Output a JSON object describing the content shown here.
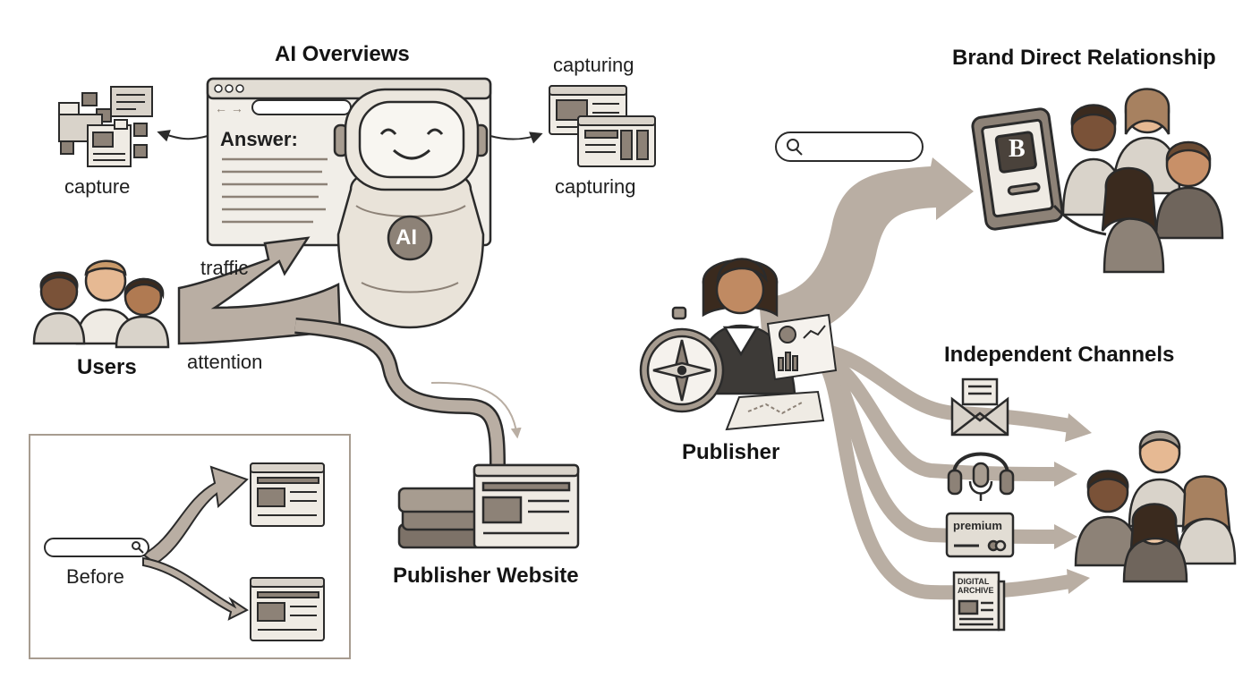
{
  "titles": {
    "ai_overviews": "AI Overviews",
    "brand_direct": "Brand Direct Relationship",
    "independent_channels": "Independent Channels",
    "users": "Users",
    "publisher": "Publisher",
    "publisher_website": "Publisher Website"
  },
  "labels": {
    "capture": "capture",
    "capturing_top": "capturing",
    "capturing_bottom": "capturing",
    "traffic": "traffic",
    "attention": "attention",
    "before": "Before",
    "answer": "Answer:",
    "ai_badge": "AI",
    "brand_letter": "B",
    "premium": "premium",
    "digital_archive_line1": "DIGITAL",
    "digital_archive_line2": "ARCHIVE"
  },
  "icons": {
    "search": "search-icon",
    "newsletter": "envelope-icon",
    "podcast": "headphones-mic-icon",
    "membership": "premium-card-icon",
    "archive": "newspaper-icon",
    "compass": "compass-icon"
  },
  "colors": {
    "flow": "#b9aea3",
    "flow_dark": "#9e9184",
    "ink": "#2b2b2b",
    "panel": "#efebe4",
    "skin_dark": "#7a5238",
    "skin_light": "#e6b993",
    "hair": "#3a2a1e"
  }
}
